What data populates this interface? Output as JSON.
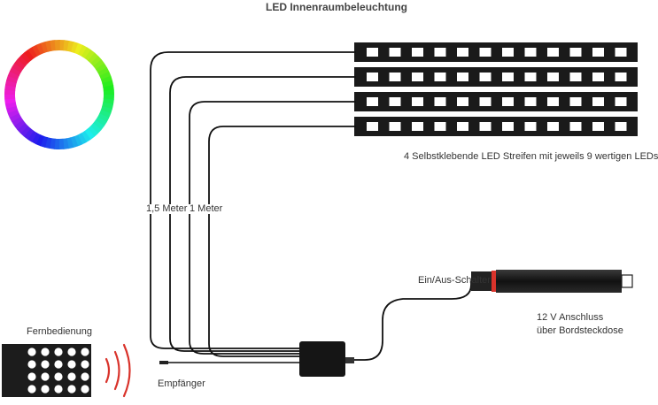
{
  "title": "LED Innenraumbeleuchtung",
  "labels": {
    "strips": "4 Selbstklebende LED Streifen mit jeweils 9 wertigen LEDs",
    "cable_15": "1,5 Meter",
    "cable_1": "1 Meter",
    "switch": "Ein/Aus-Schalter",
    "plug_line1": "12 V  Anschluss",
    "plug_line2": "über Bordsteckdose",
    "remote": "Fernbedienung",
    "receiver": "Empfänger"
  },
  "icons": [
    "color-wheel-icon",
    "led-strip-icon",
    "remote-control-icon",
    "signal-waves-icon",
    "control-box-icon",
    "car-plug-icon"
  ],
  "colors": {
    "strip": "#1a1a1a",
    "led": "#ffffff",
    "cable": "#111111",
    "switch_red": "#d9332b",
    "remote": "#1c1c1c",
    "waves": "#d9332b"
  }
}
